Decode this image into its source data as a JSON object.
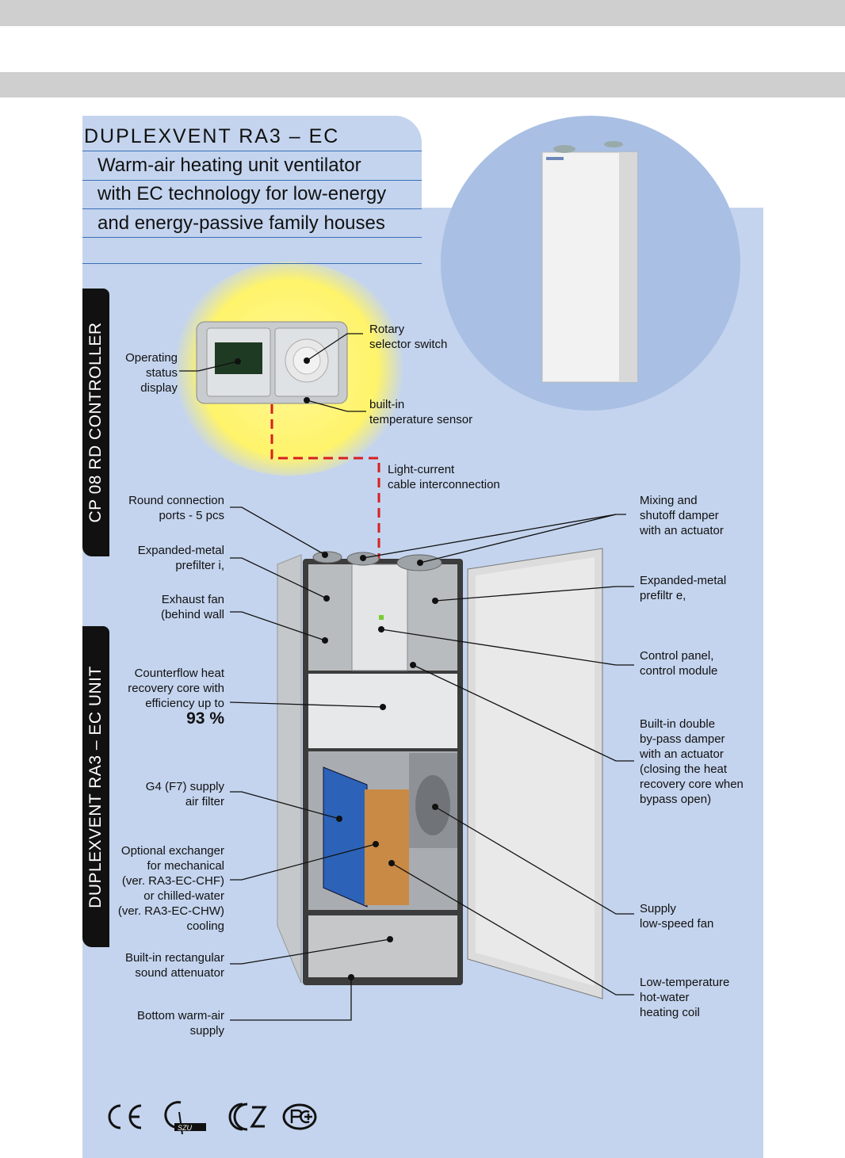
{
  "header": {
    "title": "DUPLEXVENT  RA3 – EC",
    "subtitle_lines": [
      "Warm-air heating unit ventilator",
      "with EC technology for low-energy",
      "and energy-passive family houses"
    ]
  },
  "side_tabs": {
    "controller": "CP 08 RD CONTROLLER",
    "unit": "DUPLEXVENT RA3 – EC UNIT"
  },
  "controller_labels": {
    "operating_status": [
      "Operating",
      "status",
      "display"
    ],
    "rotary_selector": [
      "Rotary",
      "selector switch"
    ],
    "temp_sensor": [
      "built-in",
      "temperature sensor"
    ],
    "cable": [
      "Light-current",
      "cable interconnection"
    ]
  },
  "left_labels": {
    "round_ports": [
      "Round connection",
      "ports - 5 pcs"
    ],
    "prefilter_i": [
      "Expanded-metal",
      "prefilter i,"
    ],
    "exhaust_fan": [
      "Exhaust fan",
      "(behind wall"
    ],
    "heat_core": [
      "Counterflow heat",
      "recovery core with",
      "efficiency up to"
    ],
    "heat_core_value": "93 %",
    "supply_filter": [
      "G4 (F7) supply",
      "air filter"
    ],
    "exchanger": [
      "Optional exchanger",
      "for mechanical",
      "(ver. RA3-EC-CHF)",
      "or chilled-water",
      "(ver. RA3-EC-CHW)",
      "cooling"
    ],
    "attenuator": [
      "Built-in rectangular",
      "sound attenuator"
    ],
    "bottom_supply": [
      "Bottom warm-air",
      "supply"
    ]
  },
  "right_labels": {
    "mixing_damper": [
      "Mixing and",
      "shutoff damper",
      "with an actuator"
    ],
    "prefilter_e": [
      "Expanded-metal",
      "prefiltr e,"
    ],
    "control_panel": [
      "Control panel,",
      "control module"
    ],
    "bypass": [
      "Built-in double",
      "by-pass damper",
      "with an actuator",
      "(closing the heat",
      "recovery core when",
      "bypass open)"
    ],
    "supply_fan": [
      "Supply",
      "low-speed fan"
    ],
    "heating_coil": [
      "Low-temperature",
      "hot-water",
      "heating coil"
    ]
  },
  "cert_logos": [
    "CE",
    "SZU",
    "CZ",
    "PCT"
  ]
}
